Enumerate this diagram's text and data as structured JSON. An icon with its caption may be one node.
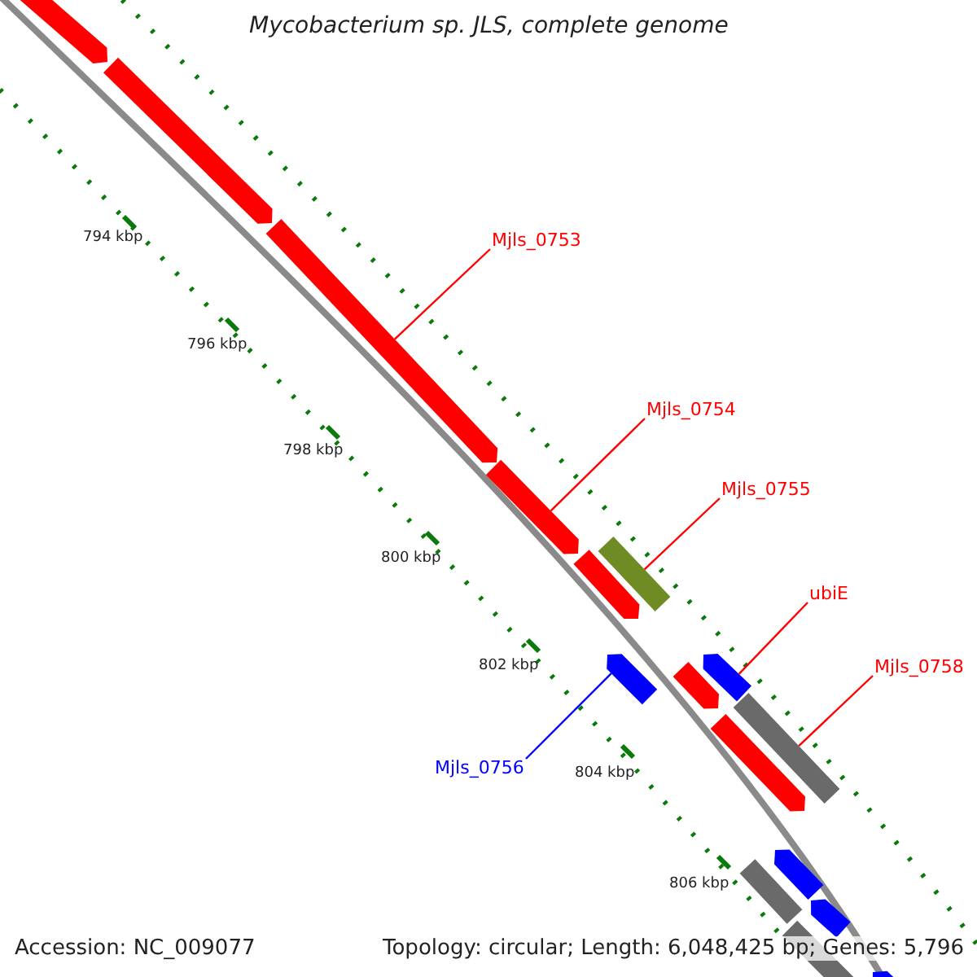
{
  "diagram": {
    "title": "Mycobacterium sp. JLS, complete genome",
    "nodes": [
      {
        "text": [
          "Mjls_0753"
        ]
      },
      {
        "text": [
          "Mjls_0754"
        ]
      },
      {
        "text": [
          "Mjls_0755"
        ]
      },
      {
        "text": [
          "ubiE"
        ]
      },
      {
        "text": [
          "Mjls_0758"
        ]
      },
      {
        "text": [
          "Mjls_0756"
        ]
      },
      {
        "text": [],
        "shape": "arrow"
      },
      {
        "text": [],
        "shape": "arrow"
      },
      {
        "text": [],
        "shape": "arrow"
      },
      {
        "text": [],
        "shape": "arrow"
      },
      {
        "text": [],
        "shape": "arrow"
      },
      {
        "text": [],
        "shape": "arrow"
      },
      {
        "text": [],
        "shape": "arrow"
      },
      {
        "text": [],
        "shape": "arrow"
      },
      {
        "text": [],
        "shape": "arrow"
      },
      {
        "text": [],
        "shape": "arrow"
      },
      {
        "text": [],
        "shape": "arrow"
      },
      {
        "text": [],
        "shape": "arrow"
      },
      {
        "text": [],
        "shape": "arrow"
      },
      {
        "text": [],
        "shape": "arrow"
      },
      {
        "text": [],
        "shape": "arrow"
      },
      {
        "text": [],
        "shape": "arrow"
      }
    ],
    "edges": [
      {
        "from": 0,
        "to": 8,
        "arrow": "none"
      },
      {
        "from": 1,
        "to": 9,
        "arrow": "none"
      },
      {
        "from": 2,
        "to": 10,
        "arrow": "none"
      },
      {
        "from": 3,
        "to": 13,
        "arrow": "none"
      },
      {
        "from": 4,
        "to": 15,
        "arrow": "none"
      },
      {
        "from": 5,
        "to": 12,
        "arrow": "none",
        "color": "#0000ff"
      }
    ],
    "labels": [
      "794 kbp",
      "796 kbp",
      "798 kbp",
      "800 kbp",
      "802 kbp",
      "804 kbp",
      "806 kbp",
      "Accession: NC_009077",
      "Topology: circular; Length: 6,048,425 bp; Genes: 5,796"
    ]
  }
}
